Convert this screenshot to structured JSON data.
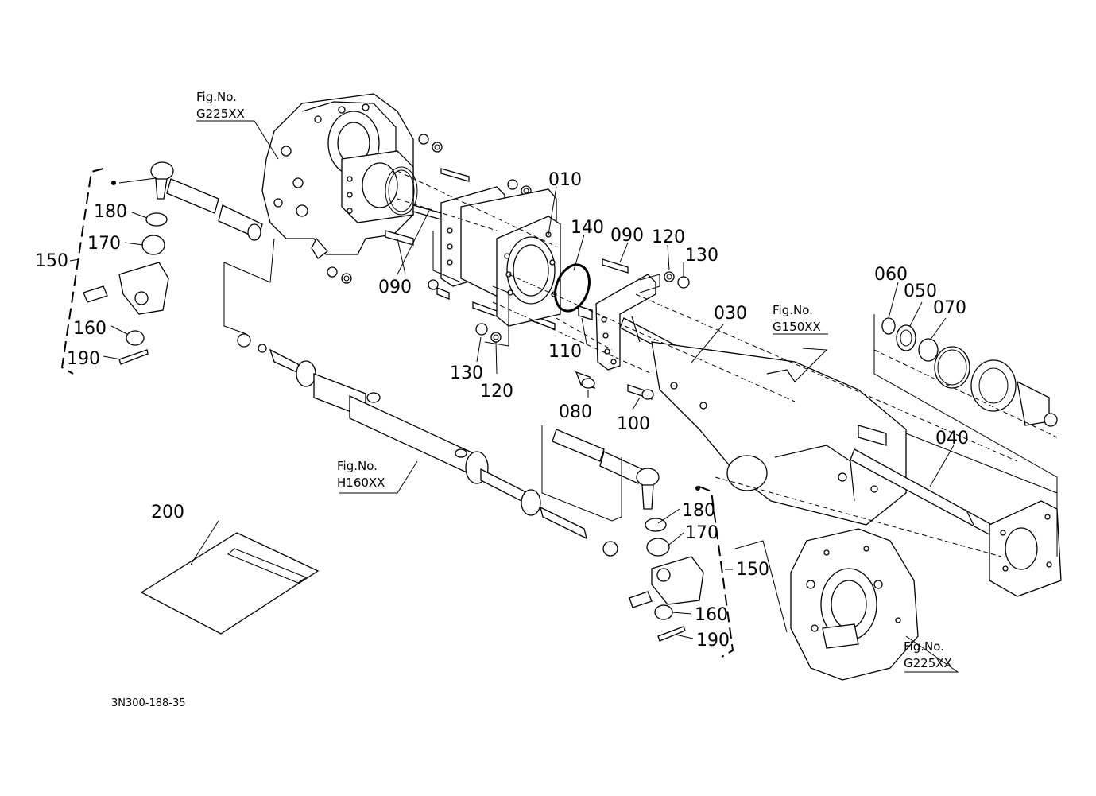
{
  "diagram_code": "3N300-188-35",
  "fig_refs": [
    {
      "label": "Fig.No.",
      "code": "G225XX"
    },
    {
      "label": "Fig.No.",
      "code": "G150XX"
    },
    {
      "label": "Fig.No.",
      "code": "H160XX"
    },
    {
      "label": "Fig.No.",
      "code": "G225XX"
    }
  ],
  "part_labels": [
    "010",
    "140",
    "090",
    "120",
    "130",
    "030",
    "060",
    "050",
    "070",
    "180",
    "170",
    "150",
    "160",
    "190",
    "090",
    "110",
    "130",
    "120",
    "080",
    "100",
    "040",
    "200",
    "180",
    "170",
    "150",
    "160",
    "190"
  ]
}
